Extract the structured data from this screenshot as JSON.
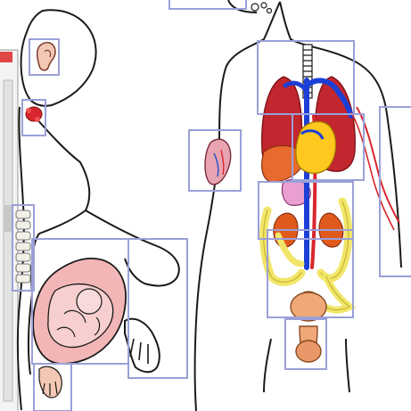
{
  "scene": {
    "left_figure": "pregnant-woman-silhouette",
    "right_figure": "male-torso-anatomy",
    "background_window": "partially-hidden-application-window"
  },
  "hotspots": [
    {
      "id": "ear",
      "organ": "ear"
    },
    {
      "id": "thyroid",
      "organ": "thyroid"
    },
    {
      "id": "spine",
      "organ": "spine"
    },
    {
      "id": "uterus-fetus",
      "organ": "uterus-with-fetus"
    },
    {
      "id": "hand",
      "organ": "hand"
    },
    {
      "id": "foot",
      "organ": "fetus-foot"
    },
    {
      "id": "brain",
      "organ": "head"
    },
    {
      "id": "trachea",
      "organ": "trachea"
    },
    {
      "id": "lungs",
      "organ": "lungs"
    },
    {
      "id": "heart",
      "organ": "heart"
    },
    {
      "id": "arm-muscle",
      "organ": "arm-muscle"
    },
    {
      "id": "kidneys",
      "organ": "kidneys"
    },
    {
      "id": "arm-vessels",
      "organ": "arm-blood-vessels"
    },
    {
      "id": "intestines",
      "organ": "intestines"
    },
    {
      "id": "bladder",
      "organ": "bladder"
    },
    {
      "id": "genitals",
      "organ": "genitals"
    }
  ],
  "colors": {
    "outline": "#1a1a1a",
    "hotspot_border": "#9aa0d8",
    "lung": "#c2262e",
    "heart": "#ffc81e",
    "vein": "#1c3fd6",
    "artery": "#d8262e",
    "kidney": "#e05a1e",
    "intestine": "#f2e66a",
    "intestine_outline": "#c8b430",
    "bladder": "#f0a878",
    "uterus": "#f3b6b6",
    "thyroid": "#d8262e",
    "stomach": "#e9a0d0",
    "muscle": "#e8a4b0",
    "window_frame": "#f3f3f3"
  }
}
